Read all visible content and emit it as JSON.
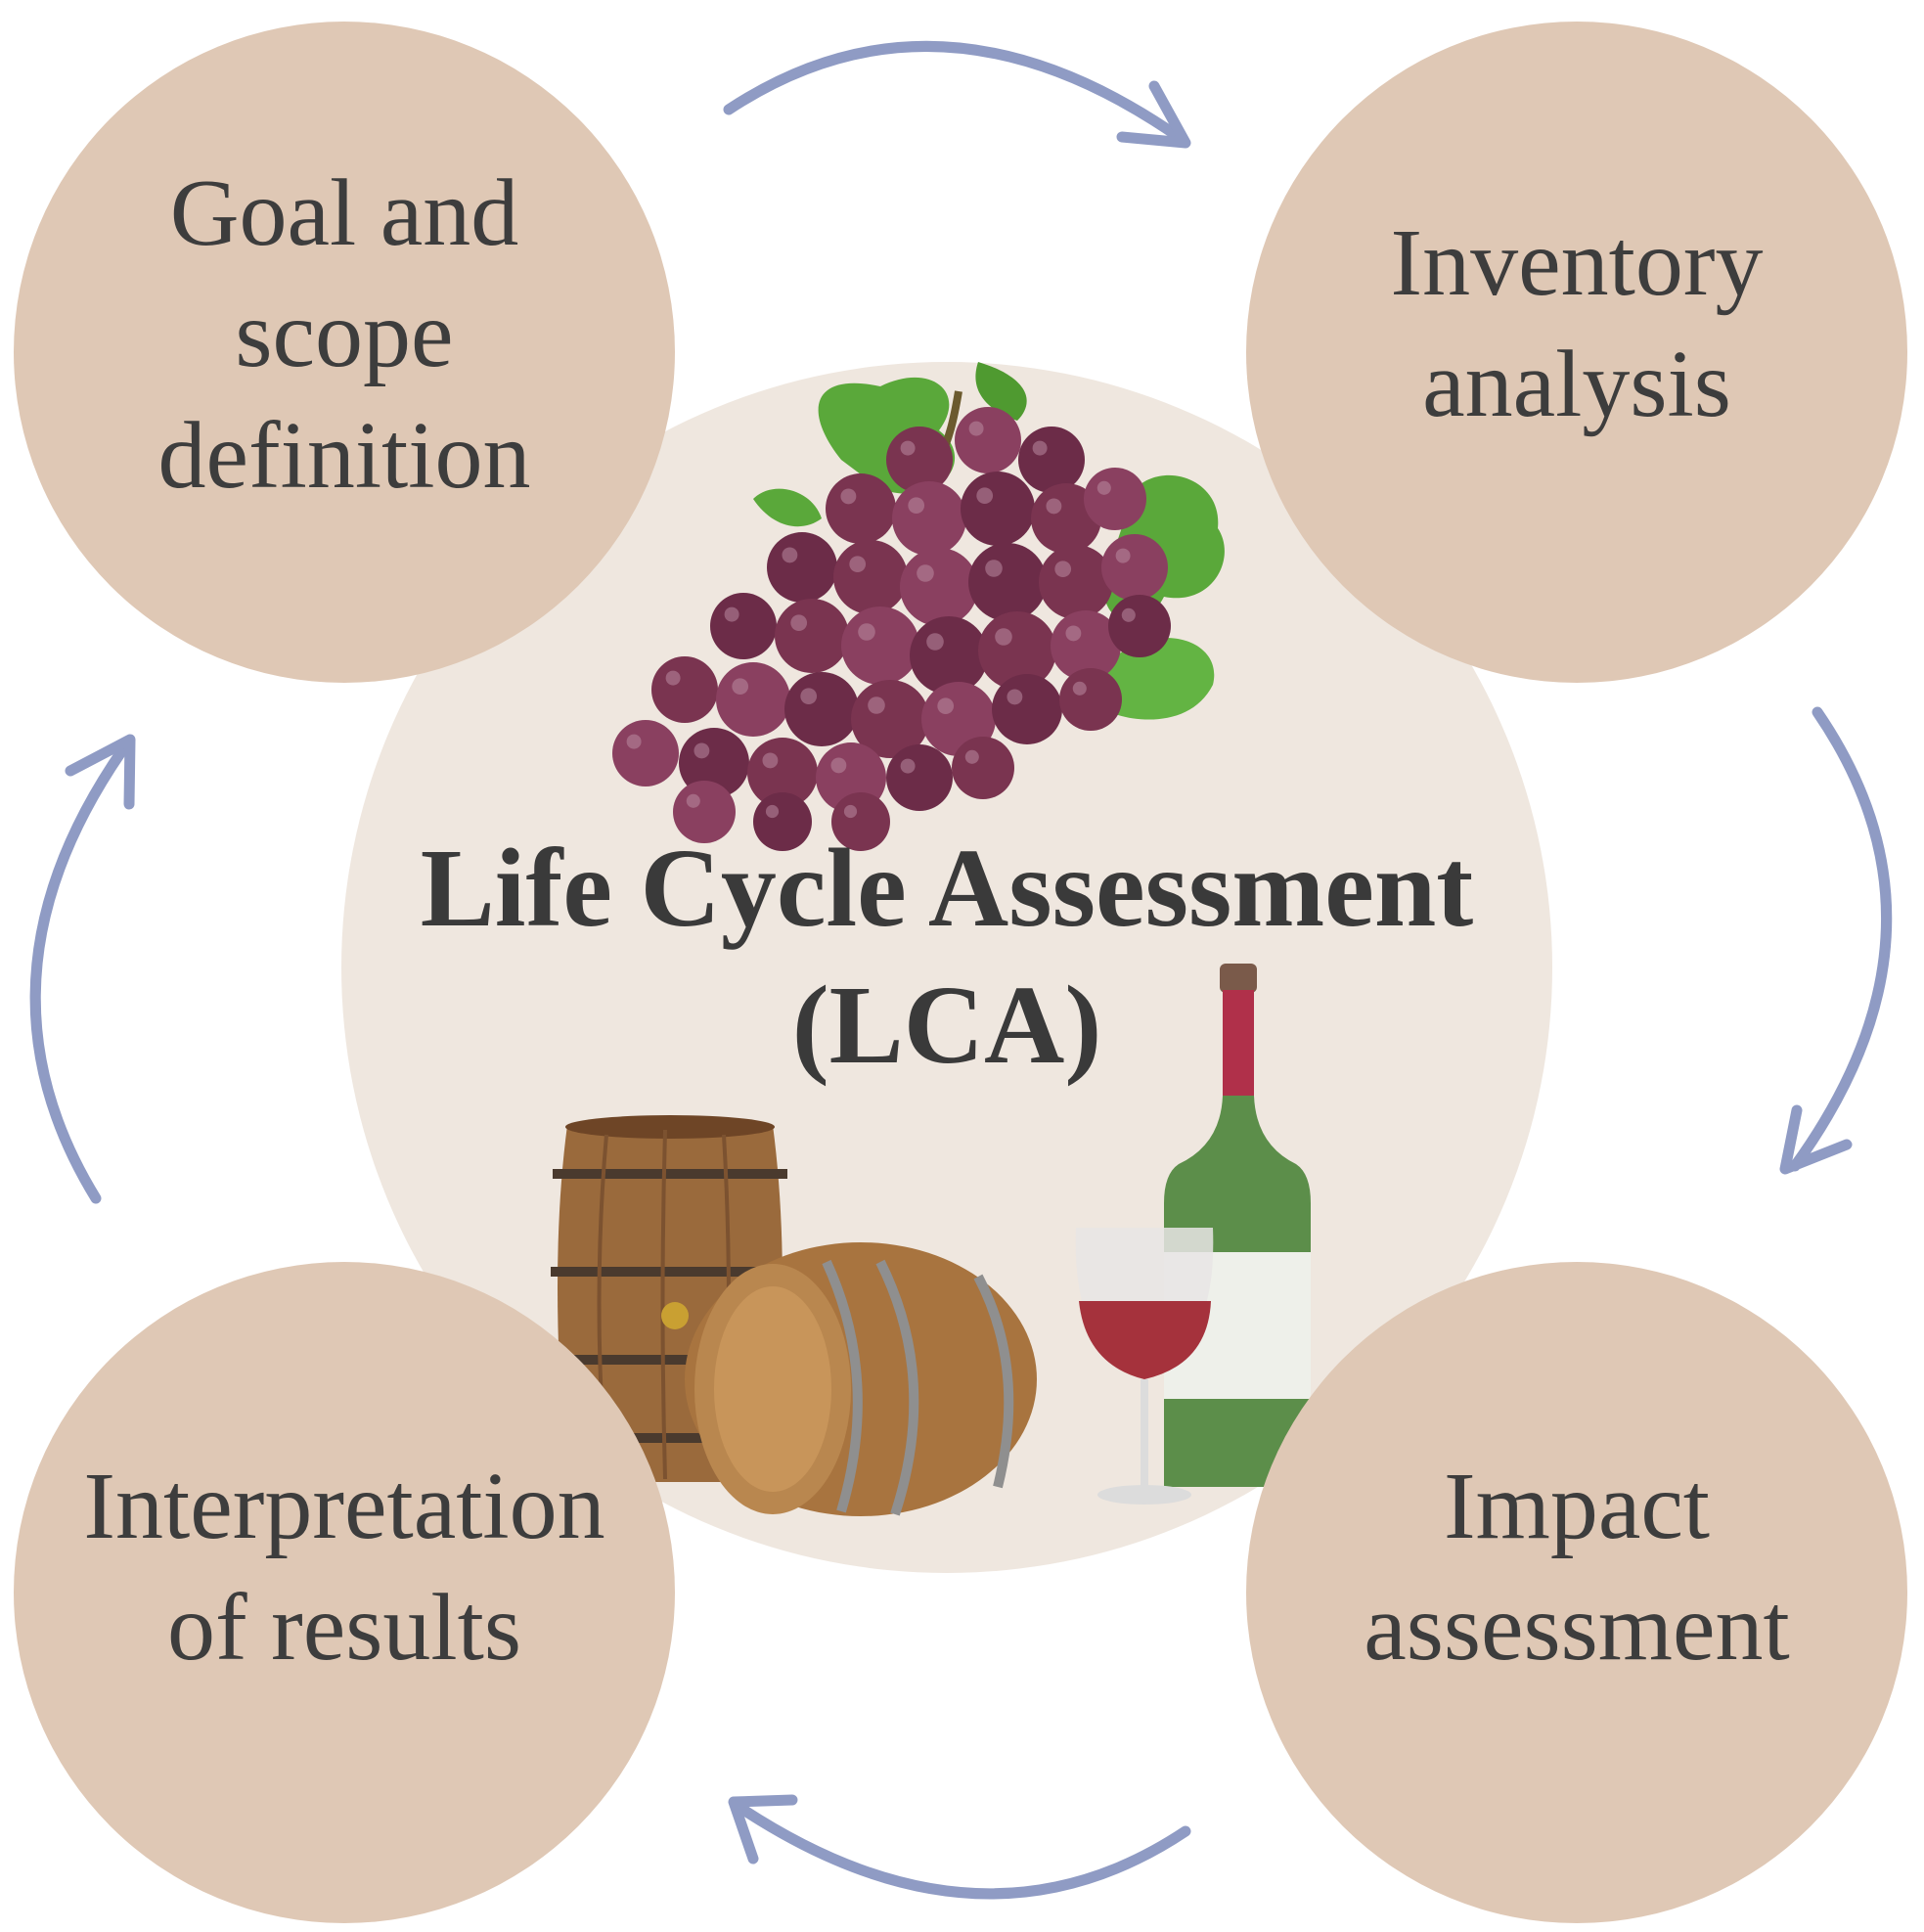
{
  "diagram": {
    "center": {
      "title_line1": "Life Cycle Assessment",
      "title_line2": "(LCA)"
    },
    "stages": [
      {
        "id": "goal",
        "label": "Goal and\nscope\ndefinition"
      },
      {
        "id": "inventory",
        "label": "Inventory\nanalysis"
      },
      {
        "id": "impact",
        "label": "Impact\nassessment"
      },
      {
        "id": "interpretation",
        "label": "Interpretation\nof results"
      }
    ],
    "cycle_direction": "clockwise",
    "colors": {
      "stage_fill": "#dfc8b5",
      "center_fill": "#efe7df",
      "arrow": "#8f9bc4",
      "text": "#3d3d3d"
    },
    "illustrations": [
      "grapes-icon",
      "wine-barrels-icon",
      "wine-bottle-icon",
      "wine-glass-icon"
    ]
  }
}
